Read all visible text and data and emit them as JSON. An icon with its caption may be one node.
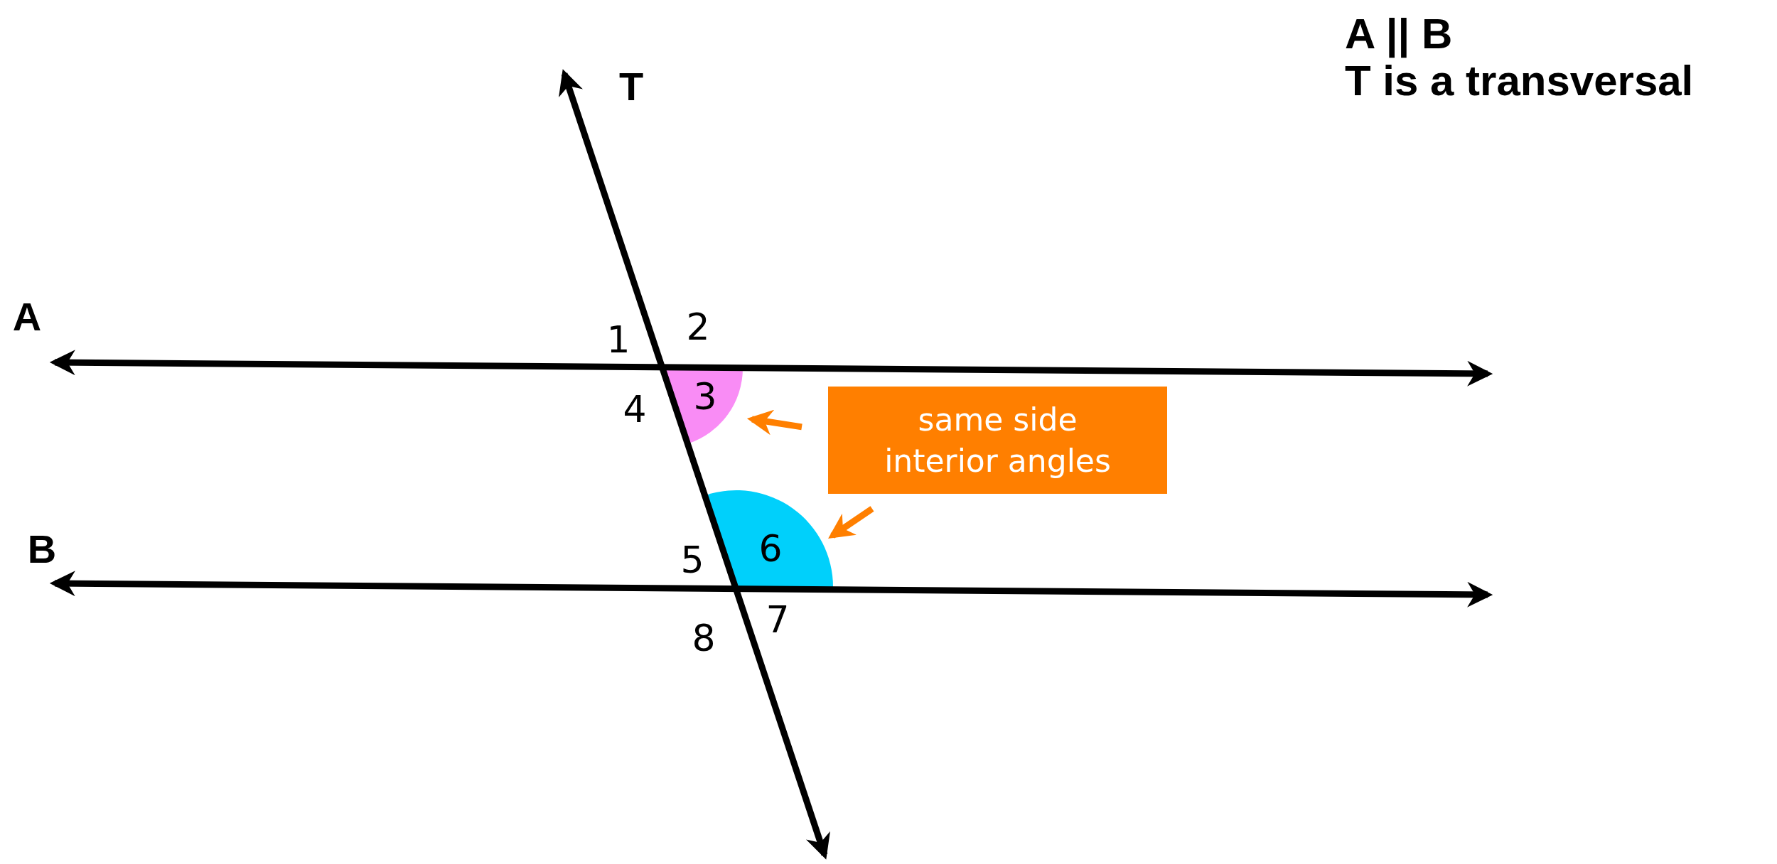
{
  "diagram": {
    "nodes": [
      {
        "text": [
          "3"
        ]
      },
      {
        "text": [
          "same side interior angles"
        ]
      },
      {
        "text": [
          "6"
        ]
      }
    ],
    "edges": [
      {
        "from": 1,
        "to": 0,
        "arrow": "to"
      },
      {
        "from": 1,
        "to": 2,
        "arrow": "to"
      }
    ],
    "labels": [
      "A || B",
      "T is a transversal",
      "T",
      "A",
      "2",
      "1",
      "4",
      "B",
      "5",
      "8",
      "7"
    ]
  }
}
